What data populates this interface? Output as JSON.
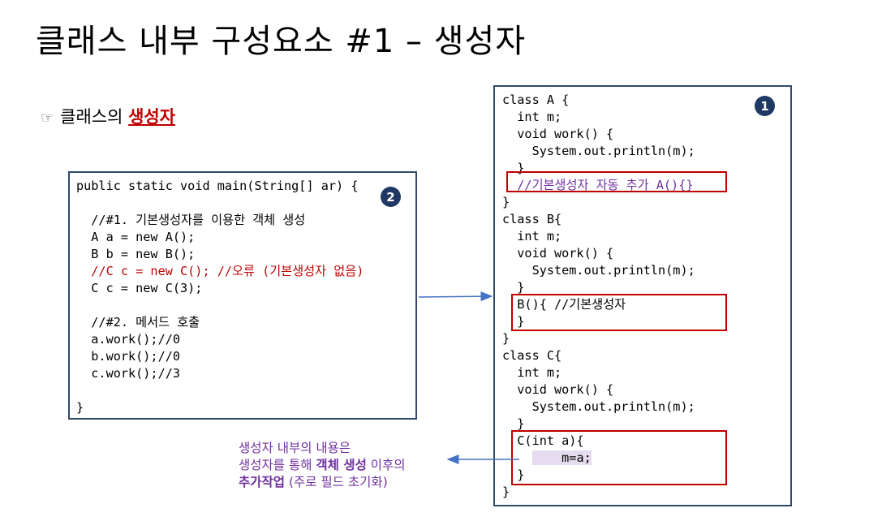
{
  "slide": {
    "title": "클래스 내부 구성요소 #1 – 생성자",
    "bullet_symbol": "☞",
    "bullet_prefix": "클래스의 ",
    "bullet_highlight": "생성자"
  },
  "main_box": {
    "badge": "2",
    "lines": [
      "public static void main(String[] ar) {",
      "",
      "  //#1. 기본생성자를 이용한 객체 생성",
      "  A a = new A();",
      "  B b = new B();",
      "  //C c = new C(); //오류 (기본생성자 없음)",
      "  C c = new C(3);",
      "",
      "  //#2. 메서드 호출",
      "  a.work();//0",
      "  b.work();//0",
      "  c.work();//3",
      "",
      "}"
    ]
  },
  "class_box": {
    "badge": "1",
    "lines": [
      "class A {",
      "  int m;",
      "  void work() {",
      "    System.out.println(m);",
      "  }",
      "  //기본생성자 자동 추가 A(){}",
      "}",
      "class B{",
      "  int m;",
      "  void work() {",
      "    System.out.println(m);",
      "  }",
      "  B(){ //기본생성자",
      "  }",
      "}",
      "class C{",
      "  int m;",
      "  void work() {",
      "    System.out.println(m);",
      "  }",
      "  C(int a){",
      "    m=a;",
      "  }",
      "}"
    ]
  },
  "note": {
    "line1": "생성자 내부의 내용은",
    "line2_a": "생성자를 통해 ",
    "line2_b": "객체 생성",
    "line2_c": " 이후의",
    "line3_a": "추가작업",
    "line3_b": " (주로 필드 초기화)"
  },
  "colors": {
    "accent_red": "#c00000",
    "comment_purple": "#7030a0",
    "box_border": "#2f4a6b",
    "arrow_blue": "#4472c4",
    "badge_navy": "#1f3864"
  }
}
